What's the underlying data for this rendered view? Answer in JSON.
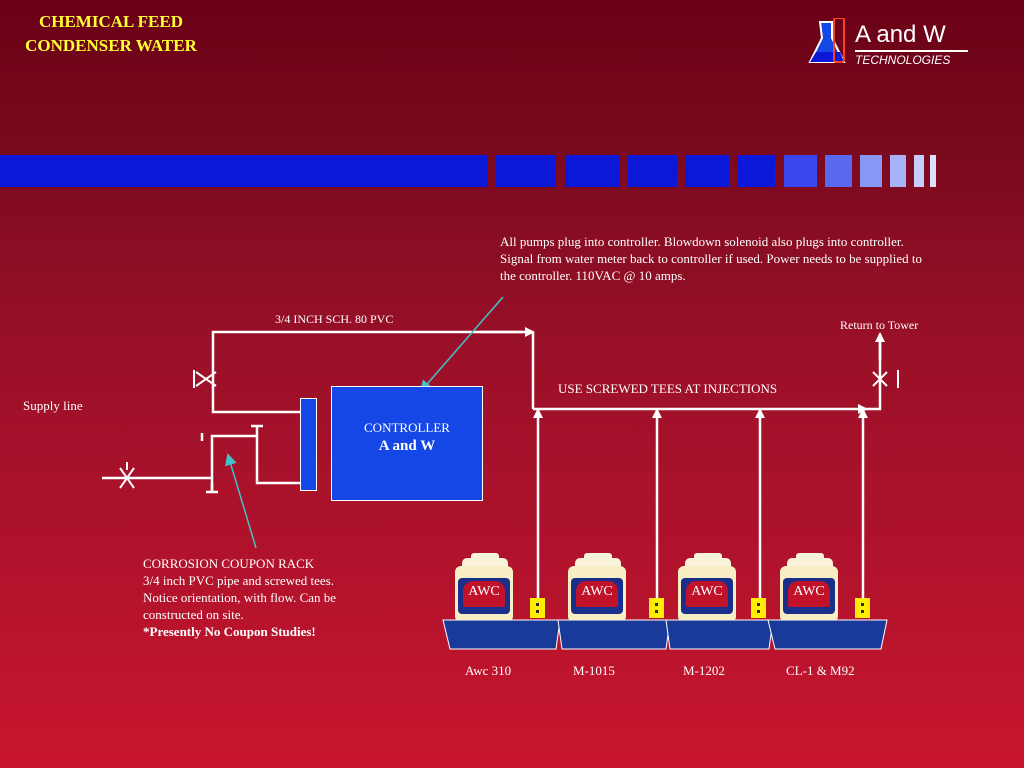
{
  "title": {
    "line1": "CHEMICAL FEED",
    "line2": "CONDENSER WATER"
  },
  "logo": {
    "name": "A and W",
    "subtitle": "TECHNOLOGIES",
    "icon": "flask-icon"
  },
  "colors": {
    "background_top": "#6a0016",
    "background_bottom": "#c8152f",
    "title": "#ffff33",
    "band": "#0b18d8",
    "controller": "#1546e6",
    "pipe": "#ffffff",
    "pointer": "#40c4c8",
    "pump_base": "#1a3a9a",
    "junction": "#ffee00"
  },
  "labels": {
    "pipe_spec": "3/4 INCH SCH. 80  PVC",
    "return_to_tower": "Return to Tower",
    "screwed_tees": "USE SCREWED TEES AT INJECTIONS",
    "supply_line": "Supply line"
  },
  "controller": {
    "line1": "CONTROLLER",
    "line2": "A and W"
  },
  "notes": {
    "controller_note": [
      "All pumps plug into controller.  Blowdown solenoid also plugs into controller.",
      "Signal from water meter back to controller if used.   Power needs to be supplied to",
      "the controller.  110VAC @ 10 amps."
    ],
    "coupon_rack": [
      "CORROSION COUPON RACK",
      "3/4 inch PVC pipe and screwed tees.",
      "Notice orientation, with flow.  Can be",
      "constructed on site."
    ],
    "coupon_emphasis": "*Presently No Coupon Studies!"
  },
  "pumps": [
    {
      "brand": "AWC",
      "label": "Awc 310"
    },
    {
      "brand": "AWC",
      "label": "M-1015"
    },
    {
      "brand": "AWC",
      "label": "M-1202"
    },
    {
      "brand": "AWC",
      "label": "CL-1 & M92"
    }
  ]
}
